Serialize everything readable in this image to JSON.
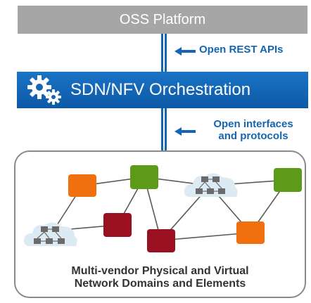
{
  "oss": {
    "title": "OSS Platform"
  },
  "interfaces": {
    "rest_label": "Open REST APIs",
    "open_line1": "Open interfaces",
    "open_line2": "and protocols"
  },
  "orchestration": {
    "title": "SDN/NFV Orchestration",
    "icon": "gears-icon"
  },
  "domains": {
    "line1": "Multi-vendor Physical and Virtual",
    "line2": "Network Domains and Elements"
  },
  "colors": {
    "oss_bar": "#a6a6a6",
    "orchestration_bar": "#1565b4",
    "node_orange": "#f07010",
    "node_green": "#5c9a18",
    "node_red": "#9b1020",
    "cloud": "#dceaf3",
    "cloud_node": "#6a6a6a"
  }
}
